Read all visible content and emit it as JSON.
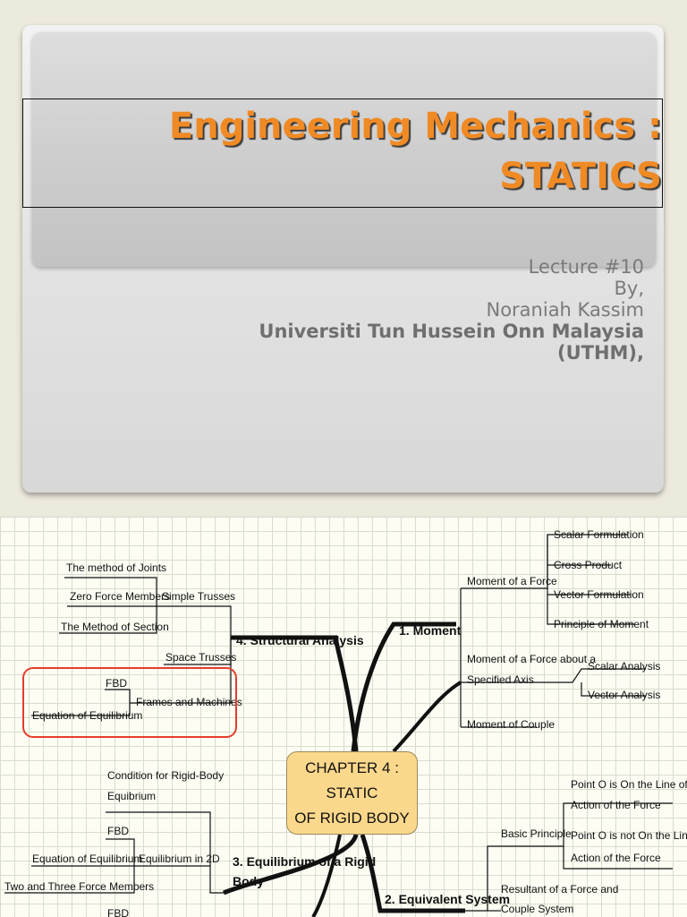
{
  "slide1": {
    "title_line1": "Engineering Mechanics :",
    "title_line2": "STATICS",
    "lecture": "Lecture #10",
    "by": "By,",
    "author": "Noraniah Kassim",
    "university": "Universiti Tun Hussein Onn Malaysia",
    "university_abbr": "(UTHM),",
    "title_color": "#f08a24"
  },
  "slide2": {
    "center_line1": "CHAPTER 4 : STATIC",
    "center_line2": "OF RIGID BODY",
    "moment": {
      "label": "1. Moment",
      "force": "Moment of a Force",
      "scalar_formulation": "Scalar Formulation",
      "cross_product": "Cross Product",
      "vector_formulation": "Vector Formulation",
      "principle_of_moment": "Principle of Moment",
      "axis_line1": "Moment of a Force about a",
      "axis_line2": "Specified Axis",
      "scalar_analysis": "Scalar Analysis",
      "vector_analysis": "Vector Analysis",
      "couple": "Moment of Couple"
    },
    "structural": {
      "label": "4. Structural Analysis",
      "joints": "The method of Joints",
      "zero_force": "Zero Force Members",
      "section": "The Method of Section",
      "simple_trusses": "Simple Trusses",
      "space_trusses": "Space Trusses",
      "fbd": "FBD",
      "frames_machines": "Frames and Machines",
      "equation": "Equation of Equilibrium"
    },
    "equilibrium": {
      "label_line1": "3. Equilibrium of a Rigid",
      "label_line2": "Body",
      "condition_line1": "Condition for Rigid-Body",
      "condition_line2": "Equibrium",
      "fbd": "FBD",
      "equation": "Equation of Equilibrium",
      "in_2d": "Equilibrium in 2D",
      "two_three": "Two and Three Force Members",
      "fbd_cut": "FBD"
    },
    "equivalent": {
      "label": "2. Equivalent System",
      "basic_principle": "Basic Principle",
      "on_line1": "Point O is On the Line of",
      "on_line2": "Action of the Force",
      "not_on_line1": "Point O is not On the Line of",
      "not_on_line2": "Action of the Force",
      "resultant_line1": "Resultant of a Force and",
      "resultant_line2": "Couple System"
    },
    "center_color": "#fcd88c",
    "highlight_color": "#e63d2a"
  }
}
